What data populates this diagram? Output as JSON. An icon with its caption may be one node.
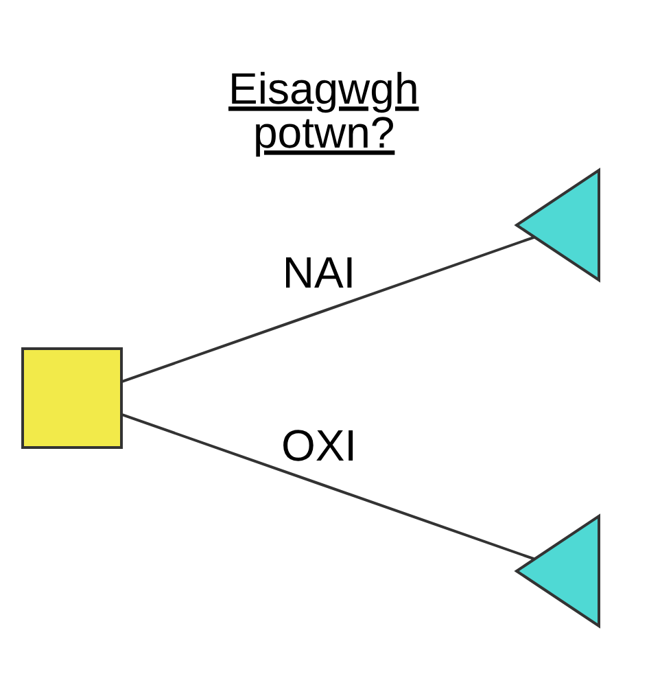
{
  "diagram": {
    "title": "Eisagwgh potwn?",
    "nodes": [
      {
        "text": [],
        "shape": "box"
      },
      {
        "text": [],
        "shape": "triangle"
      },
      {
        "text": [],
        "shape": "triangle"
      }
    ],
    "edges": [
      {
        "from": 0,
        "to": 1,
        "arrow": "none",
        "label": "NAI"
      },
      {
        "from": 0,
        "to": 2,
        "arrow": "none",
        "label": "OXI"
      }
    ]
  }
}
